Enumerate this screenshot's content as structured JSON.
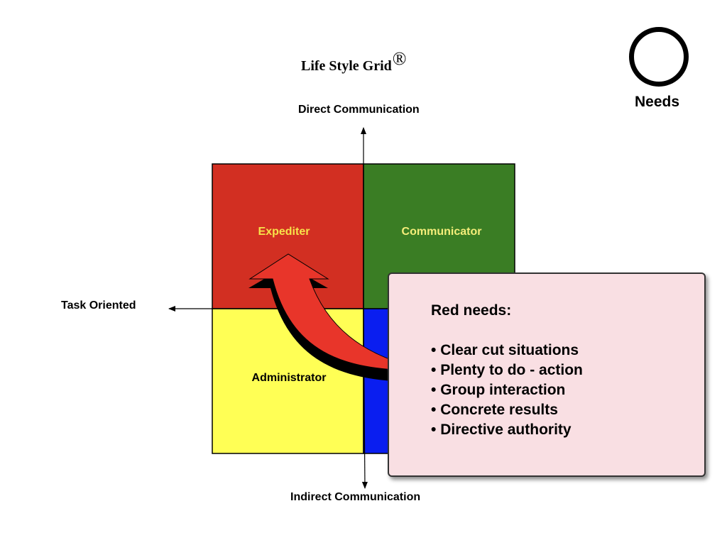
{
  "title": {
    "text": "Life Style Grid",
    "mark": "®"
  },
  "badge": {
    "label": "Needs"
  },
  "axes": {
    "top": "Direct Communication",
    "bottom": "Indirect Communication",
    "left": "Task Oriented"
  },
  "quadrants": [
    {
      "label": "Expediter",
      "fill": "#d22f22",
      "text_color": "#f7e24a"
    },
    {
      "label": "Communicator",
      "fill": "#3a7d24",
      "text_color": "#f5ee7a"
    },
    {
      "label": "Administrator",
      "fill": "#ffff55",
      "text_color": "#000000"
    },
    {
      "label": "",
      "fill": "#0a1ef0",
      "text_color": "#ffffff"
    }
  ],
  "callout": {
    "heading": "Red needs:",
    "items": [
      "Clear cut situations",
      "Plenty to do - action",
      "Group interaction",
      "Concrete results",
      "Directive authority"
    ],
    "background": "#f9dfe3"
  },
  "arrow": {
    "fill": "#e8352a"
  }
}
